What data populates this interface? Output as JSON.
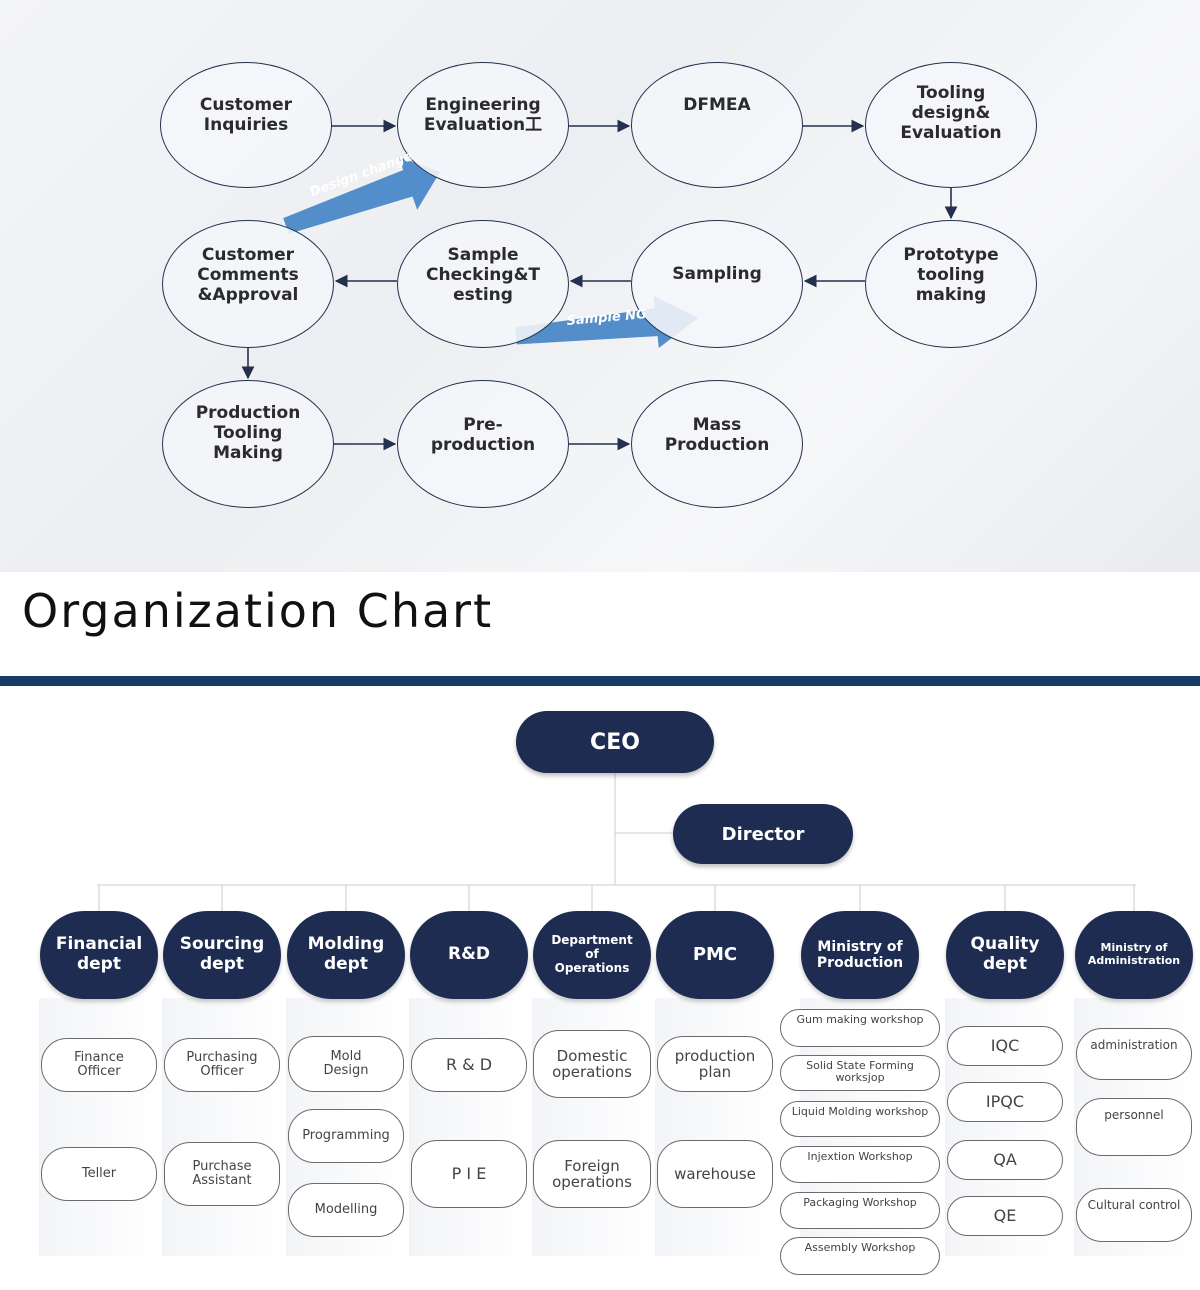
{
  "flowchart": {
    "nodes": [
      {
        "id": "customer-inquiries",
        "label": "Customer\nInquiries"
      },
      {
        "id": "engineering-evaluation",
        "label": "Engineering\nEvaluation工"
      },
      {
        "id": "dfmea",
        "label": "DFMEA"
      },
      {
        "id": "tooling-design",
        "label": "Tooling\ndesign&\nEvaluation"
      },
      {
        "id": "customer-comments",
        "label": "Customer\nComments\n&Approval"
      },
      {
        "id": "sample-checking",
        "label": "Sample\nChecking&T\nesting"
      },
      {
        "id": "sampling",
        "label": "Sampling"
      },
      {
        "id": "prototype-tooling",
        "label": "Prototype\ntooling\nmaking"
      },
      {
        "id": "production-tooling",
        "label": "Production\nTooling\nMaking"
      },
      {
        "id": "pre-production",
        "label": "Pre-\nproduction"
      },
      {
        "id": "mass-production",
        "label": "Mass\nProduction"
      }
    ],
    "banners": {
      "design_change": "Design change",
      "sample_ng": "Sample  NG"
    },
    "colors": {
      "node_border": "#23314f",
      "arrow": "#23314f",
      "banner": "#4a88c8"
    }
  },
  "org_chart": {
    "title": "Organization Chart",
    "ceo": "CEO",
    "director": "Director",
    "departments": [
      {
        "id": "financial",
        "name": "Financial\ndept",
        "subs": [
          "Finance\nOfficer",
          "Teller"
        ]
      },
      {
        "id": "sourcing",
        "name": "Sourcing\ndept",
        "subs": [
          "Purchasing\nOfficer",
          "Purchase\nAssistant"
        ]
      },
      {
        "id": "molding",
        "name": "Molding\ndept",
        "subs": [
          "Mold\nDesign",
          "Programming",
          "Modelling"
        ]
      },
      {
        "id": "rnd",
        "name": "R&D",
        "subs": [
          "R & D",
          "P I E"
        ]
      },
      {
        "id": "operations",
        "name": "Department\nof\nOperations",
        "subs": [
          "Domestic\noperations",
          "Foreign\noperations"
        ]
      },
      {
        "id": "pmc",
        "name": "PMC",
        "subs": [
          "production\nplan",
          "warehouse"
        ]
      },
      {
        "id": "production",
        "name": "Ministry of\nProduction",
        "subs": [
          "Gum making workshop",
          "Solid State Forming worksjop",
          "Liquid Molding workshop",
          "Injextion Workshop",
          "Packaging Workshop",
          "Assembly Workshop"
        ]
      },
      {
        "id": "quality",
        "name": "Quality\ndept",
        "subs": [
          "IQC",
          "IPQC",
          "QA",
          "QE"
        ]
      },
      {
        "id": "administration",
        "name": "Ministry of\nAdministration",
        "subs": [
          "administration",
          "personnel",
          "Cultural control"
        ]
      }
    ],
    "colors": {
      "pill": "#1e2c52",
      "rule": "#173a66"
    }
  }
}
